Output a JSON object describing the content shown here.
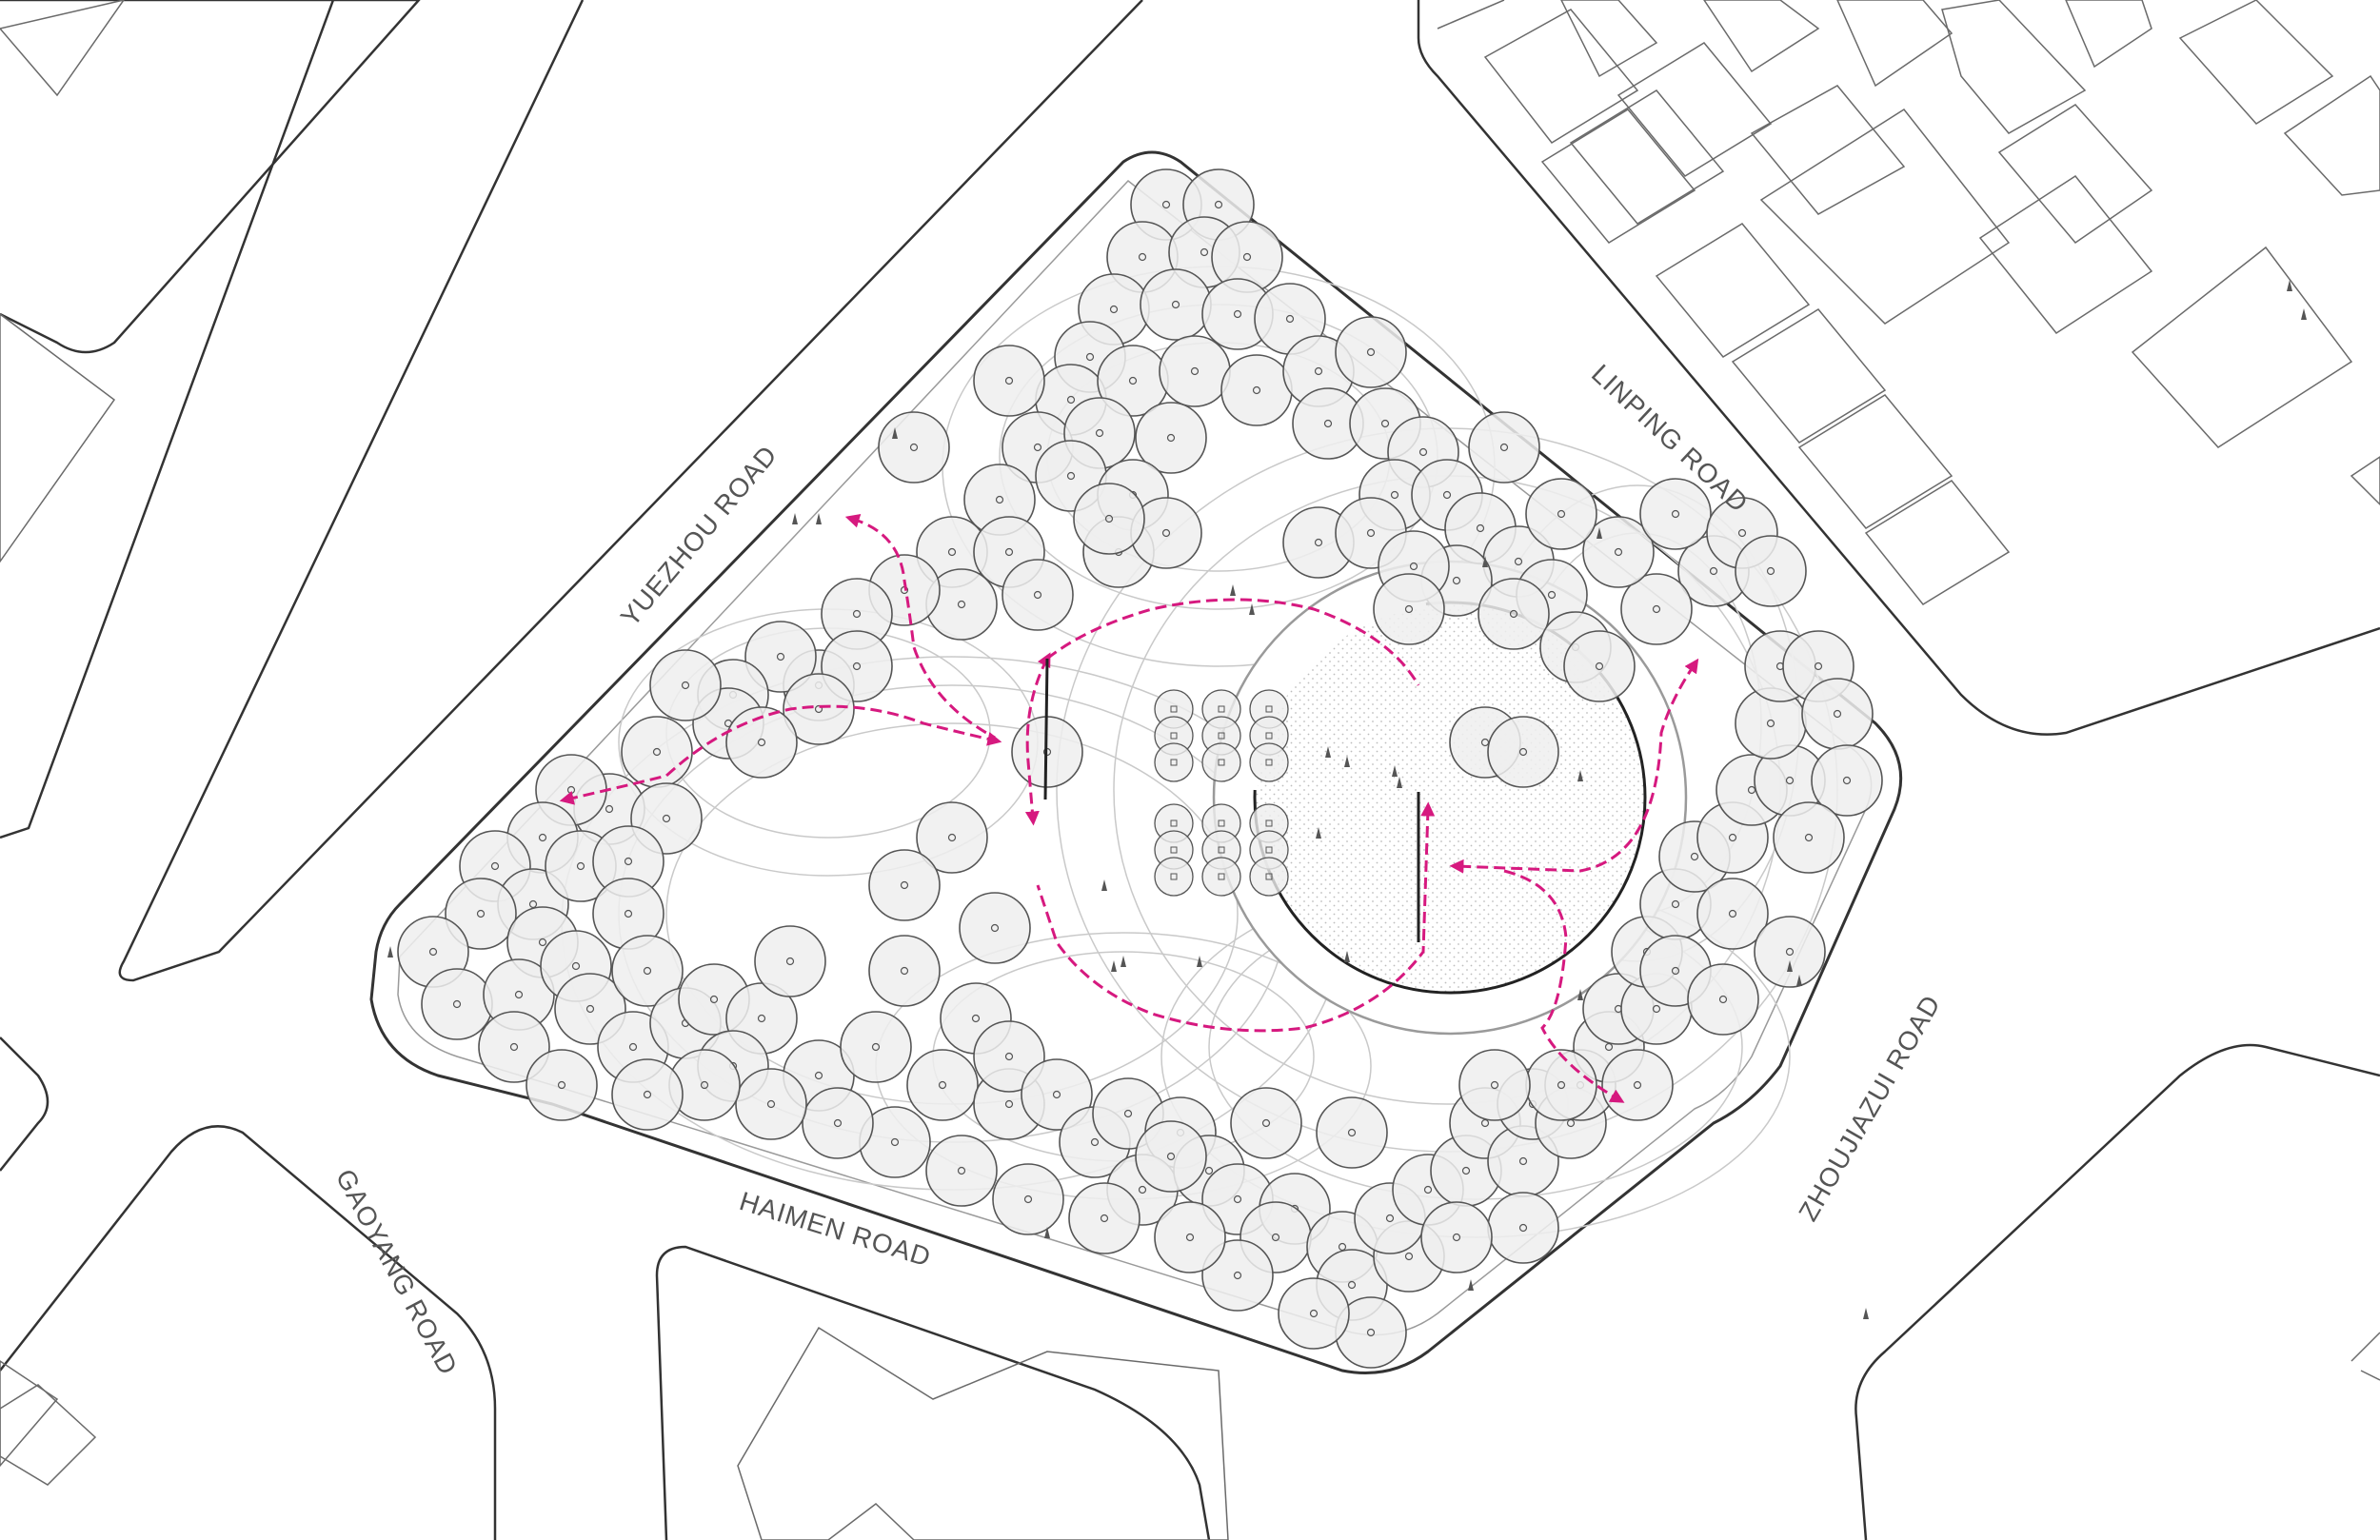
{
  "roads": {
    "yuezhou": "YUEZHOU ROAD",
    "linping": "LINPING ROAD",
    "gaoyang": "GAOYANG ROAD",
    "haimen": "HAIMEN ROAD",
    "zhoujiazui": "ZHOUJIAZUI ROAD"
  },
  "colors": {
    "background": "#ffffff",
    "outline": "#333333",
    "thin_line": "#9a9a9a",
    "tree_fill": "#eeeeee",
    "tree_stroke": "#555555",
    "contour": "#c9c9c9",
    "path_accent": "#d6197f",
    "plaza_fill": "#f3f3f3"
  },
  "legend_icons": [
    "tree-canopy-icon",
    "person-icon",
    "path-arrow-icon"
  ]
}
